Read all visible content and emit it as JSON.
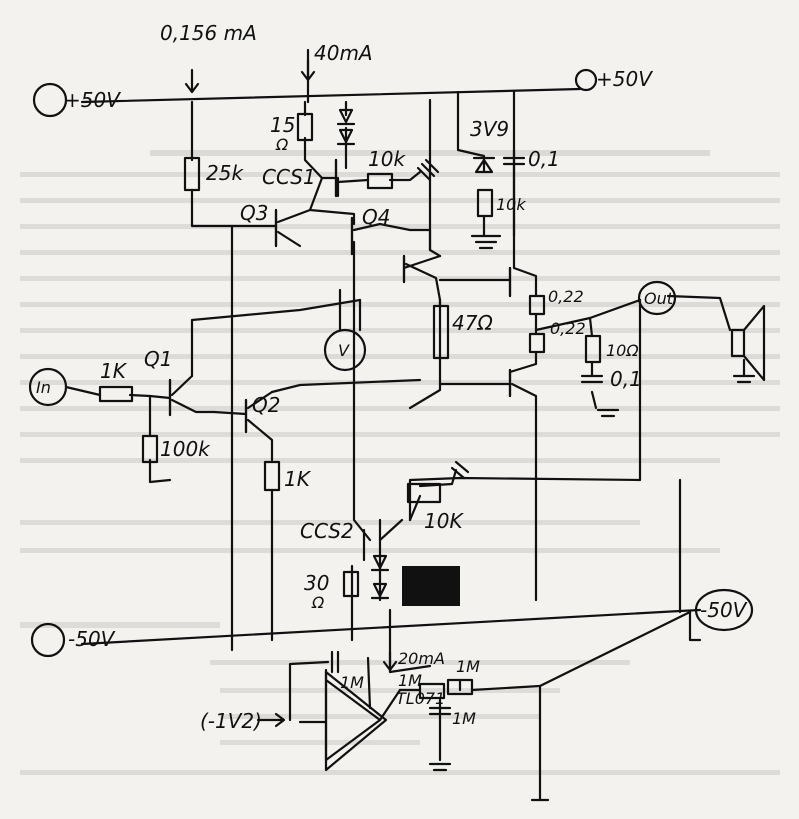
{
  "supply": {
    "pos_left": "+50V",
    "pos_right": "+50V",
    "neg_left": "-50V",
    "neg_right": "-50V"
  },
  "currents": {
    "i_input_stage": "0,156 mA",
    "i_ccs1": "40mA",
    "i_ccs2": "20mA"
  },
  "components": {
    "r_in": "1K",
    "r_bias_in": "100k",
    "r_top": "25k",
    "r_q2_emitter": "1K",
    "r_ccs1": "15",
    "r_ccs1_unit": "Ω",
    "pot_ccs1": "10k",
    "ccs1": "CCS1",
    "zener": "3V9",
    "r_zener": "10k",
    "c_zener": "0,1",
    "r_bias": "47Ω",
    "re_top": "0,22",
    "re_bottom": "0,22",
    "zobel_r": "10Ω",
    "zobel_c": "0,1",
    "ccs2": "CCS2",
    "r_ccs2": "30",
    "r_ccs2_unit": "Ω",
    "pot_ccs2": "10K",
    "c_int": "1M",
    "r_servo1": "1M",
    "r_servo2": "1M",
    "c_servo": "1M",
    "opamp": "TL071",
    "servo_ref": "(-1V2)"
  },
  "transistors": {
    "q1": "Q1",
    "q2": "Q2",
    "q3": "Q3",
    "q4": "Q4"
  },
  "terminals": {
    "in": "In",
    "out": "Out",
    "meter": "V"
  }
}
